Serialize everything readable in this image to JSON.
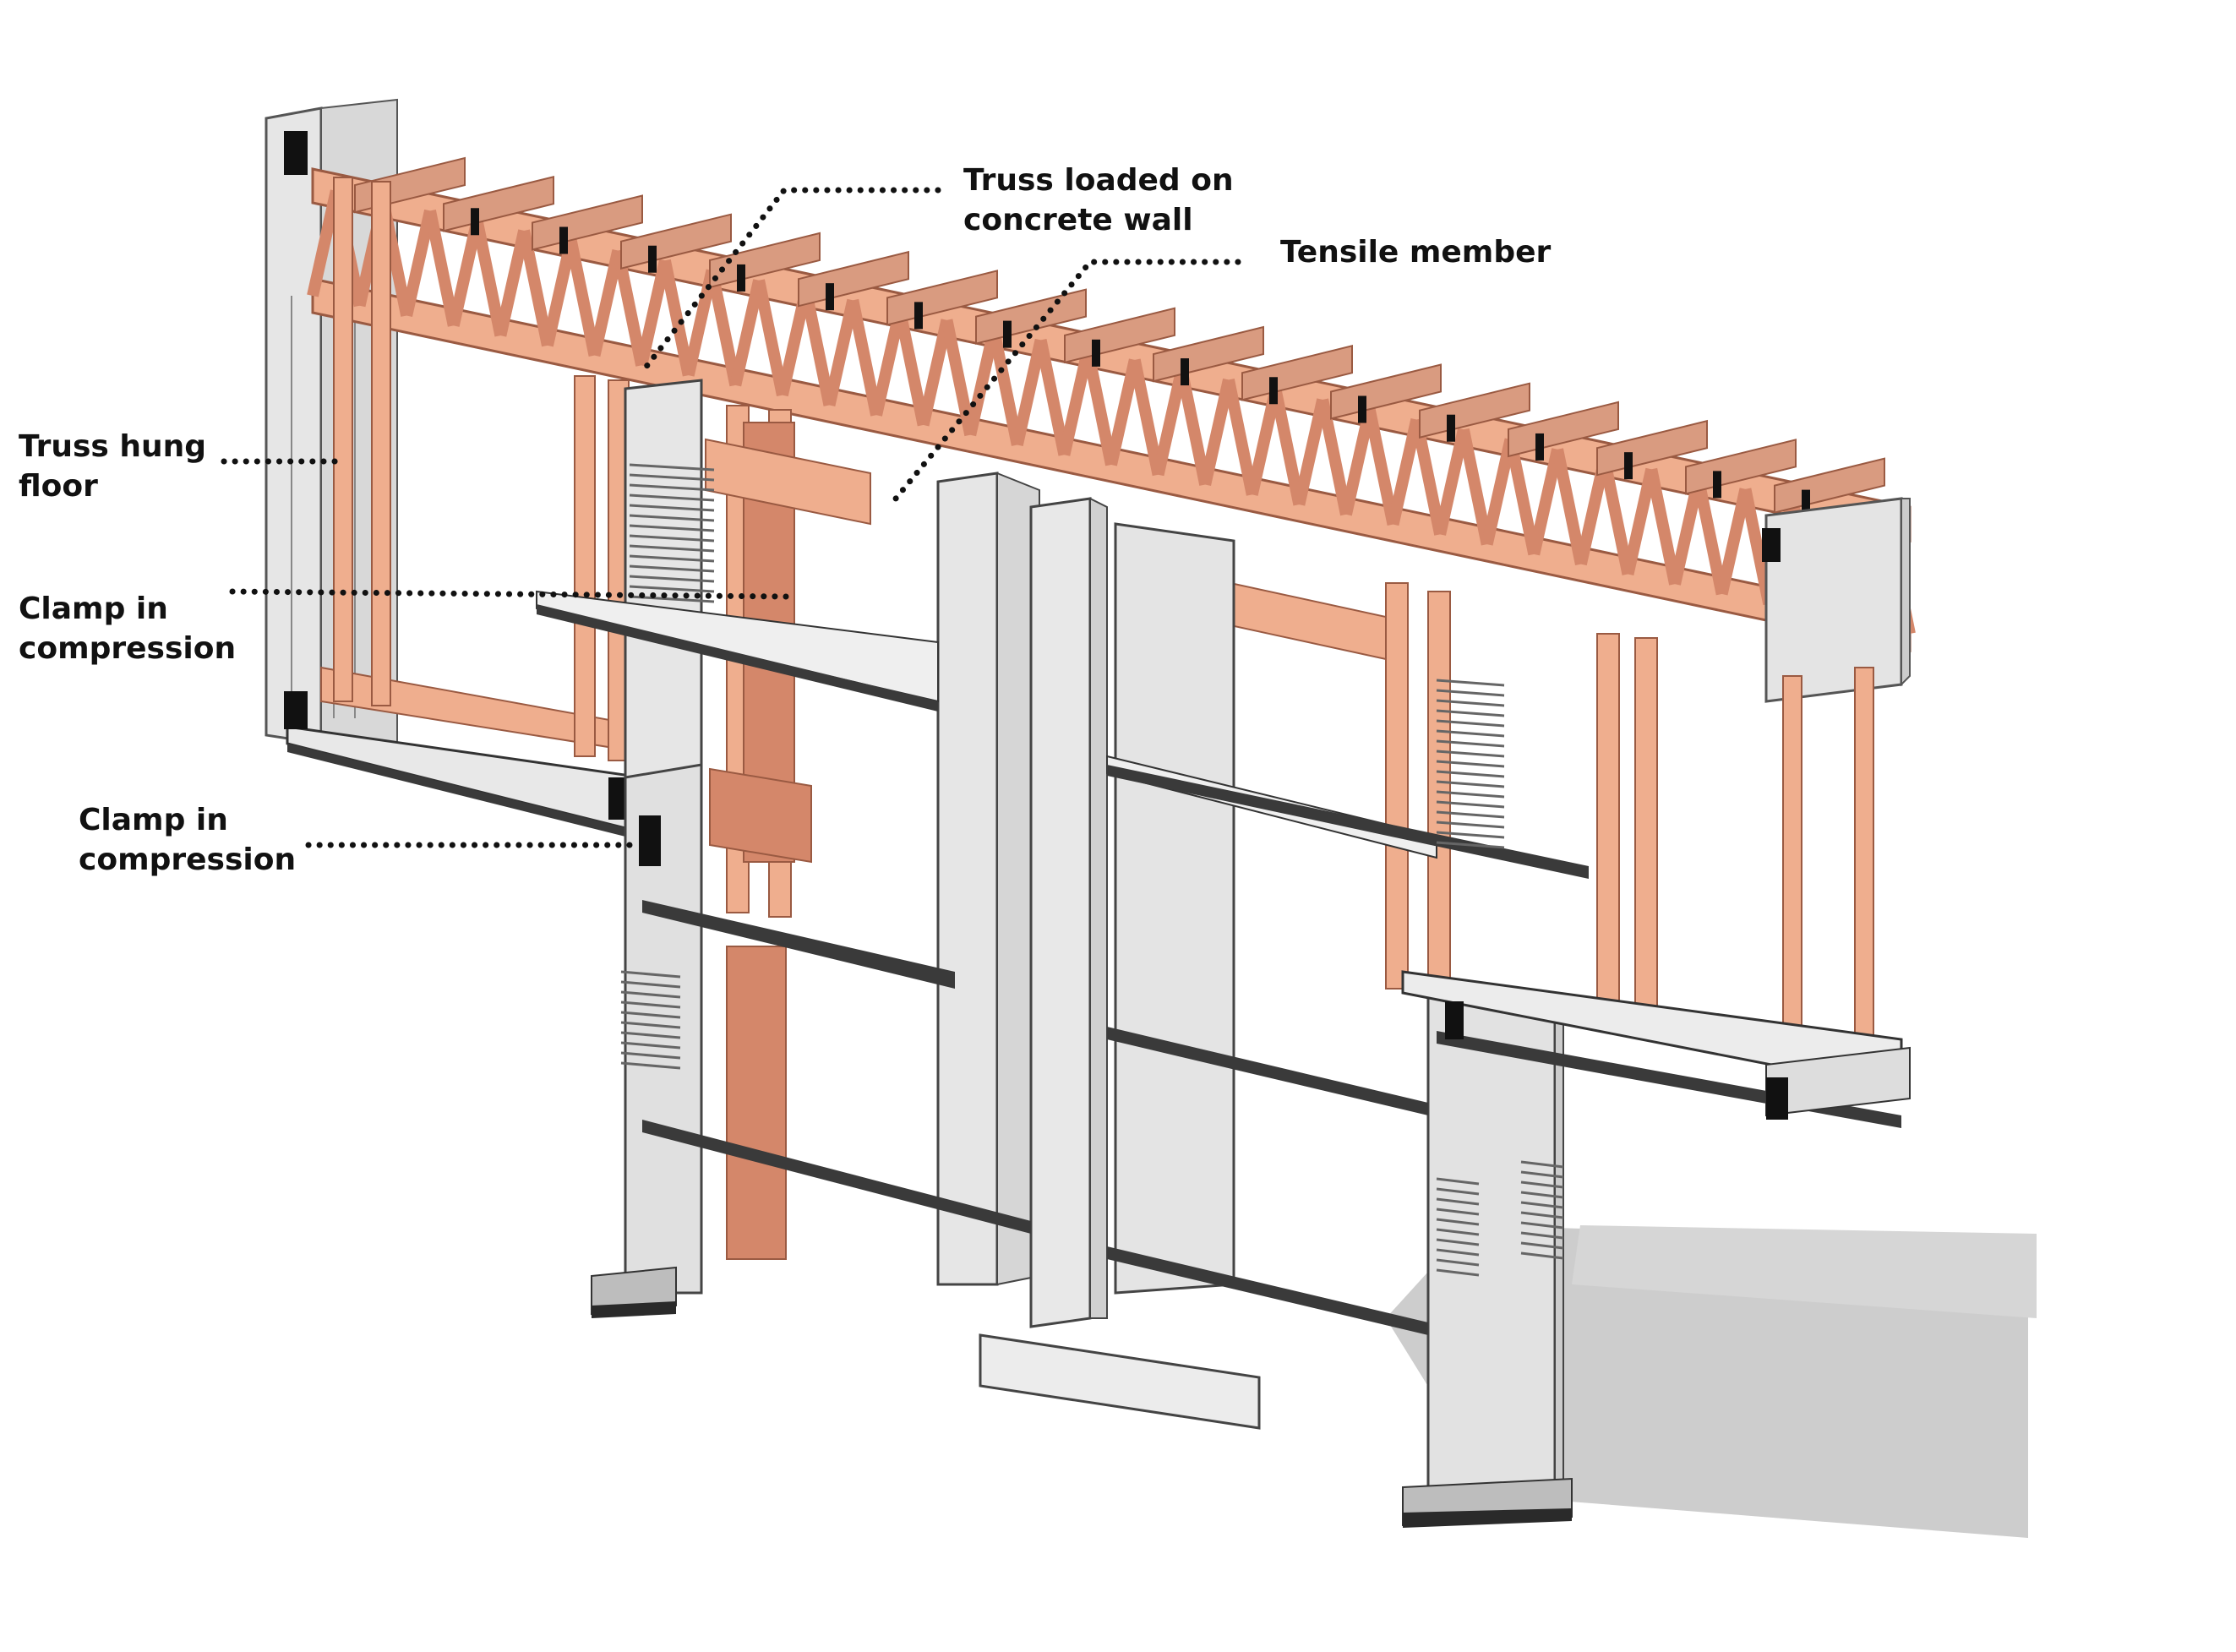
{
  "colors": {
    "background": "#ffffff",
    "timber": "#efae8e",
    "timber_dark": "#d4876a",
    "timber_edge": "#9a5a42",
    "concrete": "#e6e6e6",
    "concrete_side": "#d3d3d3",
    "concrete_shadow": "#c9c9c9",
    "slab_edge": "#3a3a3a",
    "clamp": "#111111",
    "ground_shadow": "#cdcdcd",
    "leader": "#111111",
    "text": "#111111"
  },
  "annotations": [
    {
      "id": "truss-loaded",
      "lines": [
        "Truss loaded on",
        "concrete wall"
      ]
    },
    {
      "id": "tensile-member",
      "lines": [
        "Tensile member"
      ]
    },
    {
      "id": "truss-hung-floor",
      "lines": [
        "Truss hung",
        "floor"
      ]
    },
    {
      "id": "clamp-upper",
      "lines": [
        "Clamp in",
        "compression"
      ]
    },
    {
      "id": "clamp-lower",
      "lines": [
        "Clamp in",
        "compression"
      ]
    }
  ]
}
